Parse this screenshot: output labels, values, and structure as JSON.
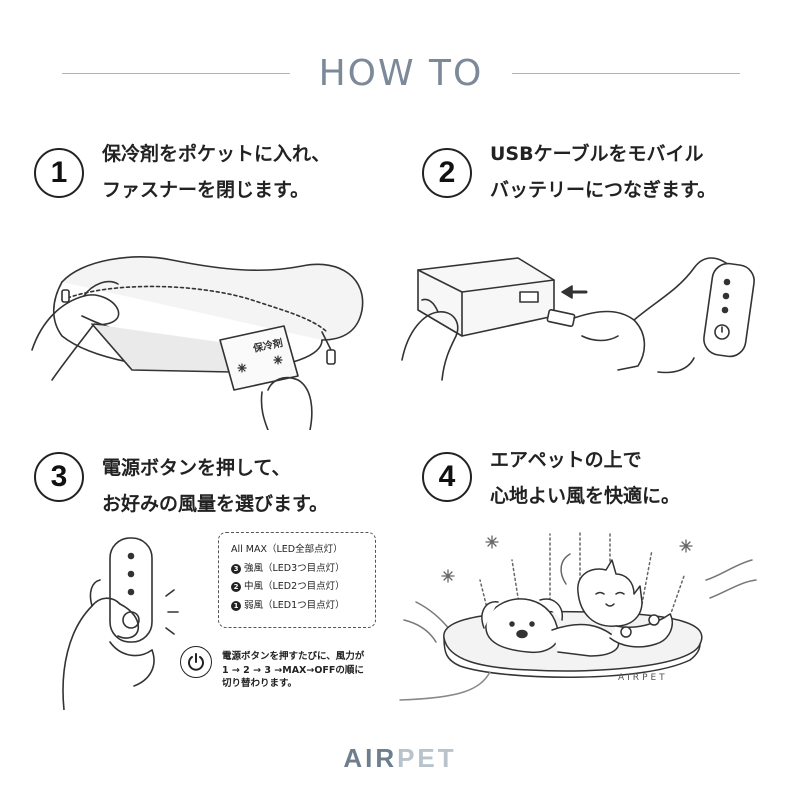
{
  "header": {
    "title": "HOW TO"
  },
  "steps": [
    {
      "number": "1",
      "line1": "保冷剤をポケットに入れ、",
      "line2": "ファスナーを閉じます。",
      "pack_label": "保冷剤"
    },
    {
      "number": "2",
      "line1": "USBケーブルをモバイル",
      "line2": "バッテリーにつなぎます。"
    },
    {
      "number": "3",
      "line1": "電源ボタンを押して、",
      "line2": "お好みの風量を選びます。"
    },
    {
      "number": "4",
      "line1": "エアペットの上で",
      "line2": "心地よい風を快適に。",
      "mat_label": "AIRPET"
    }
  ],
  "modes": {
    "max": "All MAX（LED全部点灯）",
    "strong": {
      "marker": "3",
      "text": "強風（LED3つ目点灯）"
    },
    "medium": {
      "marker": "2",
      "text": "中風（LED2つ目点灯）"
    },
    "weak": {
      "marker": "1",
      "text": "弱風（LED1つ目点灯）"
    }
  },
  "power_note": {
    "line1": "電源ボタンを押すたびに、風力が",
    "line2": "1 → 2 → 3 →MAX→OFFの順に",
    "line3": "切り替わります。"
  },
  "footer": {
    "logo_part1": "AIR",
    "logo_part2": "PET"
  },
  "colors": {
    "header_text": "#7b8998",
    "rule": "#aab4bf",
    "logo_dark": "#6f7e8d",
    "logo_light": "#b9c3cc",
    "ink": "#222222"
  }
}
